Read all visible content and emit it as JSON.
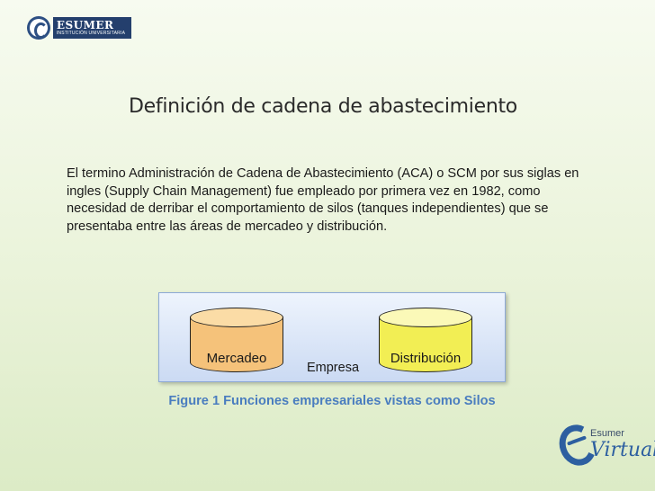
{
  "brand": {
    "name": "ESUMER",
    "subtitle": "INSTITUCIÓN UNIVERSITARIA",
    "virtual_small": "Esumer",
    "virtual_big": "Virtual"
  },
  "slide": {
    "title": "Definición de cadena de abastecimiento",
    "paragraph": "El termino Administración de Cadena de Abastecimiento (ACA) o SCM por sus siglas en ingles (Supply Chain Management)  fue empleado por primera vez en 1982, como necesidad de derribar el comportamiento de silos (tanques independientes) que se presentaba entre las áreas de mercadeo y distribución."
  },
  "diagram": {
    "container_label": "Empresa",
    "silos": [
      {
        "label": "Mercadeo",
        "color": "#f5c27a"
      },
      {
        "label": "Distribución",
        "color": "#f2ee54"
      }
    ],
    "caption": "Figure 1  Funciones empresariales vistas como Silos"
  },
  "colors": {
    "caption": "#4a7dbf",
    "diagram_border": "#8da9d6",
    "background": "#eaf3da"
  }
}
